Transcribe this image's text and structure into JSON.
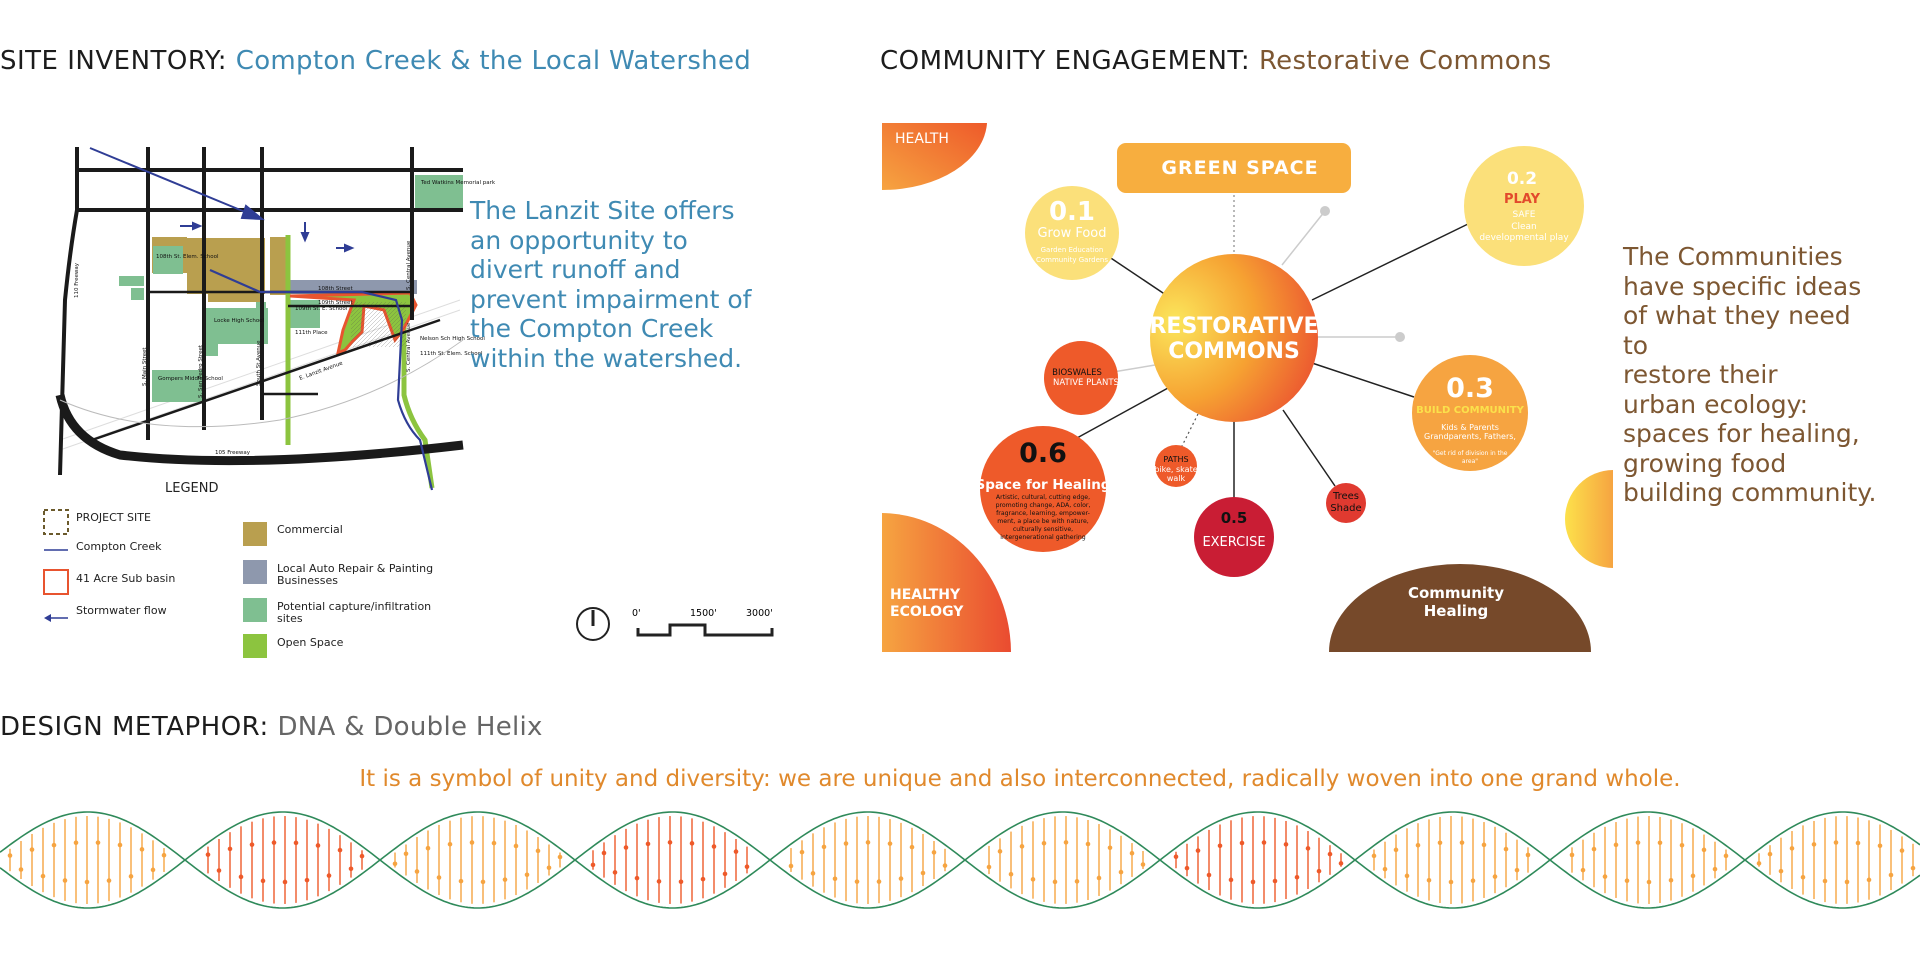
{
  "sections": {
    "site_inventory": {
      "label": "SITE INVENTORY:",
      "subtitle": "Compton Creek & the Local Watershed"
    },
    "community_engagement": {
      "label": "COMMUNITY ENGAGEMENT:",
      "subtitle": "Restorative Commons"
    },
    "design_metaphor": {
      "label": "DESIGN METAPHOR:",
      "subtitle": "DNA & Double Helix"
    }
  },
  "map": {
    "streets": {
      "s108": "108th Street",
      "s109": "109th Street",
      "freeway110": "110 Freeway",
      "freeway105": "105 Freeway",
      "main": "S. Main Street",
      "san_pedro": "S. San Pedro Street",
      "south_st": "South St.Avenue",
      "central": "S. Central Avenue",
      "lanzit": "E. Lanzit Avenue",
      "place": "111th Place"
    },
    "places": {
      "ted_watkins": "Ted Watkins Memorial park",
      "elem108": "108th St. Elem. School",
      "locke": "Locke High School",
      "elem109": "109th St. E. School",
      "gompers": "Gompers Middle School",
      "nelson": "Nelson Sch High School",
      "elem110": "111th St. Elem. School"
    },
    "legend": {
      "title": "LEGEND",
      "project_site": "PROJECT SITE",
      "creek": "Compton Creek",
      "basin": "41 Acre Sub basin",
      "stormwater": "Stormwater flow",
      "commercial": "Commercial",
      "auto": "Local Auto Repair & Painting Businesses",
      "capture": "Potential capture/infiltration sites",
      "open_space": "Open Space"
    },
    "scale": {
      "zero": "0'",
      "mid": "1500'",
      "max": "3000'"
    },
    "colors": {
      "commercial": "#b99f4f",
      "auto": "#8e98ad",
      "capture": "#7fbf91",
      "open": "#8cc43f",
      "basin": "#e8542f",
      "creek": "#2f3d95"
    }
  },
  "lanzit_text": "The Lanzit Site offers\nan opportunity to\ndivert runoff and\nprevent impairment of\nthe Compton Creek\nwithin the watershed.",
  "communities_text": "The Communities\nhave specific ideas\nof what they need\nto\nrestore their\nurban ecology:\nspaces for healing,\ngrowing food\nbuilding community.",
  "diagram": {
    "center": {
      "line1": "RESTORATIVE",
      "line2": "COMMONS"
    },
    "green_space": "GREEN SPACE",
    "health": "HEALTH",
    "healthy_ecology": {
      "line1": "HEALTHY",
      "line2": "ECOLOGY"
    },
    "community_healing": {
      "line1": "Community",
      "line2": "Healing"
    },
    "grow_food": {
      "num": "0.1",
      "title": "Grow Food",
      "sub1": "Garden Education",
      "sub2": "Community Gardens"
    },
    "play": {
      "num": "0.2",
      "title": "PLAY",
      "sub1": "SAFE",
      "sub2": "Clean",
      "sub3": "developmental play"
    },
    "build_community": {
      "num": "0.3",
      "title": "BUILD COMMUNITY",
      "sub1": "Kids & Parents",
      "sub2": "Grandparents, Fathers,",
      "sub3": "\"Get rid of division in the",
      "sub4": "area\""
    },
    "exercise": {
      "num": "0.5",
      "title": "EXERCISE"
    },
    "healing": {
      "num": "0.6",
      "title": "Space for Healing",
      "sub1": "Artistic, cultural, cutting edge,",
      "sub2": "promoting change, ADA, color,",
      "sub3": "fragrance, learning, empower-",
      "sub4": "ment, a place  be with nature,",
      "sub5": "culturally sensitive,",
      "sub6": "intergenerational gathering"
    },
    "bioswales": {
      "line1": "BIOSWALES",
      "line2": "NATIVE PLANTS"
    },
    "paths": {
      "line1": "PATHS",
      "line2": "bike, skate",
      "line3": "walk"
    },
    "trees": {
      "line1": "Trees",
      "line2": "Shade"
    },
    "colors": {
      "yellow_light": "#fbe07a",
      "orange": "#f6a441",
      "red_orange": "#ee5a2a",
      "crimson": "#c91d34",
      "brown": "#76492a"
    }
  },
  "dna_quote": "It is a symbol of unity and diversity: we are unique and also interconnected, radically woven into one grand whole."
}
